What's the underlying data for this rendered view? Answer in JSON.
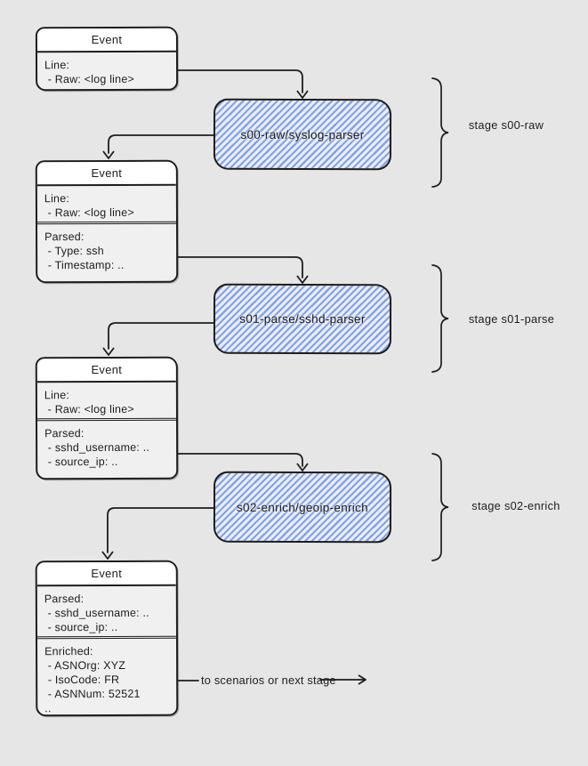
{
  "colors": {
    "canvas": "#e6e6e6",
    "stroke": "#1d1d1d",
    "hatch_line": "#84a3e2",
    "hatch_bg": "#e9edf7",
    "node_body": "#f0f0f0",
    "node_title": "#ffffff"
  },
  "events": [
    {
      "title": "Event",
      "sections": [
        [
          "Line:",
          " - Raw: <log line>"
        ]
      ]
    },
    {
      "title": "Event",
      "sections": [
        [
          "Line:",
          " - Raw: <log line>"
        ],
        [
          "Parsed:",
          " - Type: ssh",
          " - Timestamp: ..",
          ".."
        ]
      ]
    },
    {
      "title": "Event",
      "sections": [
        [
          "Line:",
          " - Raw: <log line>"
        ],
        [
          "Parsed:",
          " - sshd_username: ..",
          " - source_ip: ..",
          ".."
        ]
      ]
    },
    {
      "title": "Event",
      "sections": [
        [
          "Parsed:",
          " - sshd_username: ..",
          " - source_ip: .."
        ],
        [
          "Enriched:",
          " - ASNOrg: XYZ",
          " - IsoCode: FR",
          " - ASNNum: 52521",
          ".."
        ]
      ]
    }
  ],
  "stages": [
    {
      "task": "s00-raw/syslog-parser",
      "label": "stage s00-raw"
    },
    {
      "task": "s01-parse/sshd-parser",
      "label": "stage s01-parse"
    },
    {
      "task": "s02-enrich/geoip-enrich",
      "label": "stage s02-enrich"
    }
  ],
  "footer": {
    "label": "to scenarios or next stage"
  }
}
